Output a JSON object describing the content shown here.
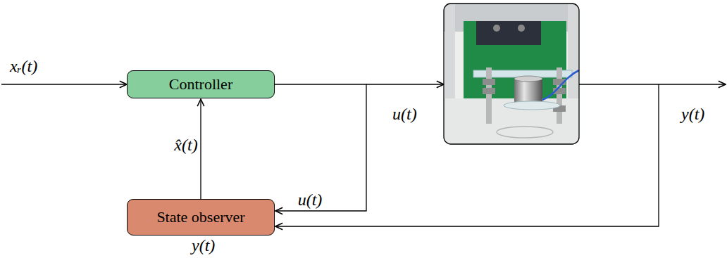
{
  "diagram": {
    "nodes": [
      {
        "text": [
          "Controller"
        ]
      },
      {
        "text": [
          "State observer"
        ]
      }
    ],
    "edges": [
      {
        "from": 0,
        "to": 1,
        "arrow": "to",
        "label": "u(t)"
      },
      {
        "from": 1,
        "to": 0,
        "arrow": "to",
        "label": "x̂(t)"
      }
    ],
    "labels": [
      "xᵣ(t)",
      "u(t)",
      "y(t)",
      "y(t)"
    ]
  }
}
